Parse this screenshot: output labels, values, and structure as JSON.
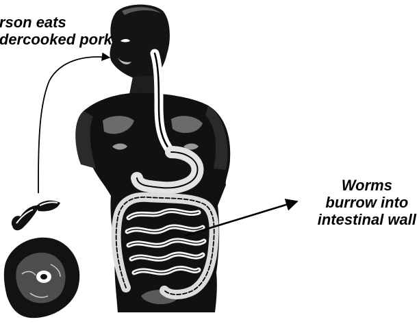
{
  "labels": {
    "eats_pork": [
      "Person eats",
      "undercooked pork"
    ],
    "worms": [
      "Worms",
      "burrow into",
      "intestinal wall"
    ]
  },
  "colors": {
    "ink": "#000000",
    "background": "#ffffff"
  }
}
